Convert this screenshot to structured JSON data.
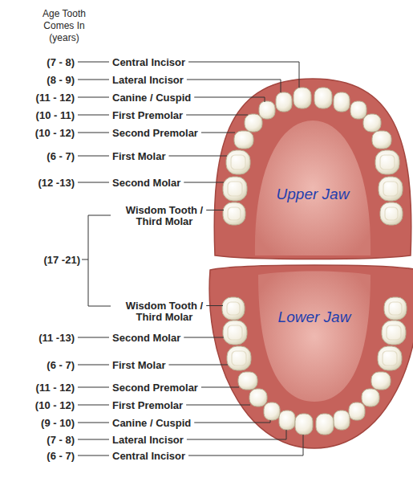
{
  "diagram": {
    "nodes": [
      {
        "text": [
          "Upper Jaw"
        ]
      },
      {
        "text": [
          "Lower Jaw"
        ]
      }
    ],
    "labels": [
      "Age Tooth Comes In (years)",
      "(7 - 8)",
      "Central Incisor",
      "(8 - 9)",
      "Lateral Incisor",
      "(11 - 12)",
      "Canine / Cuspid",
      "(10 - 11)",
      "First Premolar",
      "(10 - 12)",
      "Second Premolar",
      "(6 - 7)",
      "First Molar",
      "(12 -13)",
      "Second Molar",
      "Wisdom Tooth / Third Molar",
      "(17 -21)",
      "Wisdom Tooth / Third Molar",
      "(11 -13)",
      "Second Molar",
      "(6 - 7)",
      "First Molar",
      "(11 - 12)",
      "Second Premolar",
      "(10 - 12)",
      "First Premolar",
      "(9 - 10)",
      "Canine / Cuspid",
      "(7 - 8)",
      "Lateral Incisor",
      "(6 - 7)",
      "Central Incisor"
    ]
  }
}
